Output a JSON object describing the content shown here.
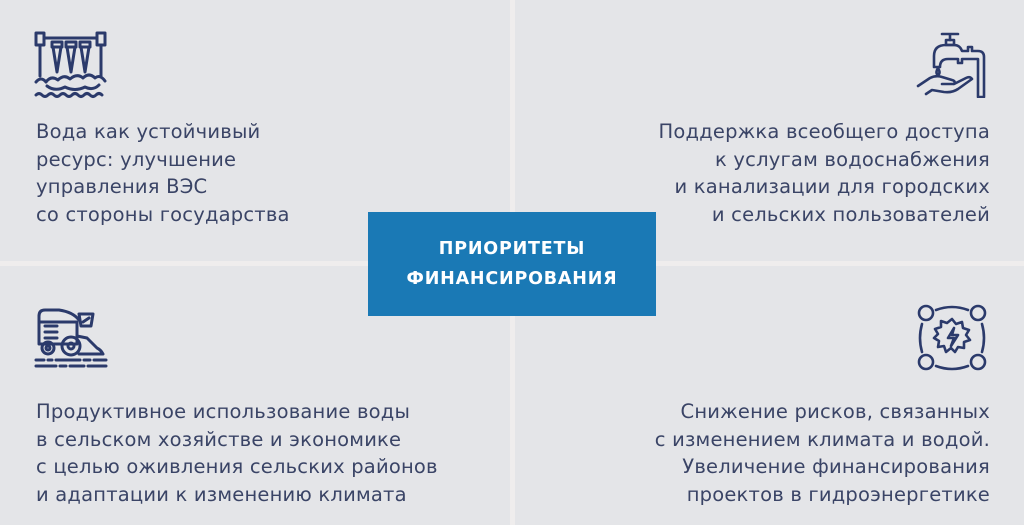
{
  "center": {
    "title_lines": [
      "ПРИОРИТЕТЫ",
      "ФИНАНСИРОВАНИЯ"
    ]
  },
  "quadrants": {
    "top_left": {
      "icon": "hydroelectric-dam-icon",
      "lines": [
        "Вода как устойчивый",
        "ресурс: улучшение",
        "управления ВЭС",
        "со стороны государства"
      ]
    },
    "top_right": {
      "icon": "water-tap-hand-icon",
      "lines": [
        "Поддержка всеобщего доступа",
        "к услугам водоснабжения",
        "и канализации для городских",
        "и сельских пользователей"
      ]
    },
    "bottom_left": {
      "icon": "combine-harvester-icon",
      "lines": [
        "Продуктивное использование воды",
        "в сельском хозяйстве и экономике",
        "с целью оживления сельских районов",
        "и адаптации к изменению климата"
      ]
    },
    "bottom_right": {
      "icon": "energy-gear-network-icon",
      "lines": [
        "Снижение рисков, связанных",
        "с изменением климата и водой.",
        "Увеличение финансирования",
        "проектов в гидроэнергетике"
      ]
    }
  },
  "colors": {
    "panel": "#e4e5e8",
    "gap": "#efeded",
    "accent": "#1a79b5",
    "text": "#3a4466",
    "icon": "#2b3a6b"
  }
}
